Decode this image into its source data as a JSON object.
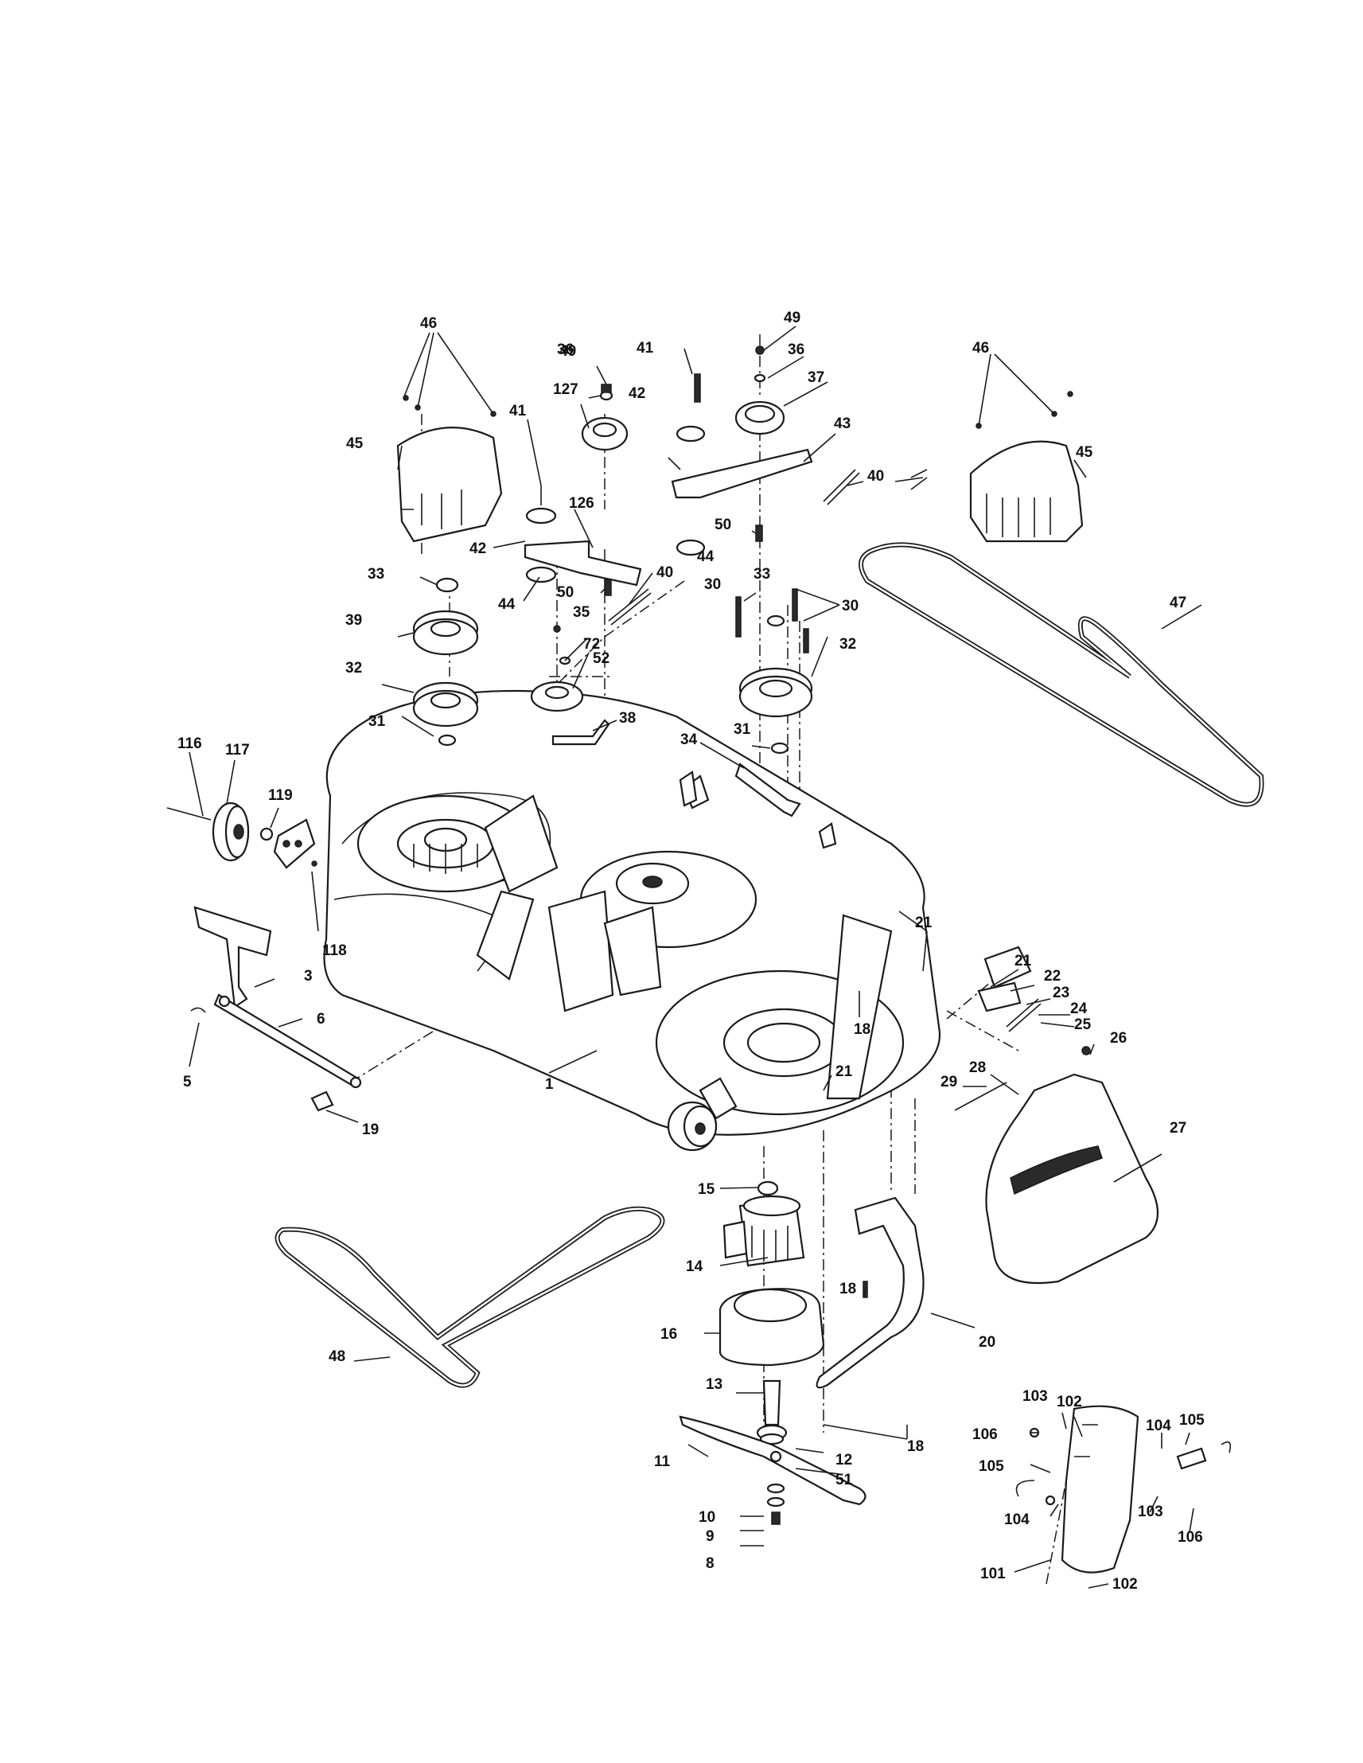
{
  "callouts": [
    {
      "text": "46"
    },
    {
      "text": "49"
    },
    {
      "text": "36"
    },
    {
      "text": "127"
    },
    {
      "text": "41"
    },
    {
      "text": "42"
    },
    {
      "text": "49"
    },
    {
      "text": "36"
    },
    {
      "text": "37"
    },
    {
      "text": "46"
    },
    {
      "text": "45"
    },
    {
      "text": "41"
    },
    {
      "text": "43"
    },
    {
      "text": "40"
    },
    {
      "text": "45"
    },
    {
      "text": "126"
    },
    {
      "text": "50"
    },
    {
      "text": "42"
    },
    {
      "text": "44"
    },
    {
      "text": "33"
    },
    {
      "text": "40"
    },
    {
      "text": "44"
    },
    {
      "text": "50"
    },
    {
      "text": "30"
    },
    {
      "text": "33"
    },
    {
      "text": "30"
    },
    {
      "text": "47"
    },
    {
      "text": "39"
    },
    {
      "text": "35"
    },
    {
      "text": "72"
    },
    {
      "text": "52"
    },
    {
      "text": "32"
    },
    {
      "text": "32"
    },
    {
      "text": "38"
    },
    {
      "text": "31"
    },
    {
      "text": "31"
    },
    {
      "text": "34"
    },
    {
      "text": "116"
    },
    {
      "text": "117"
    },
    {
      "text": "119"
    },
    {
      "text": "21"
    },
    {
      "text": "118"
    },
    {
      "text": "21"
    },
    {
      "text": "22"
    },
    {
      "text": "3"
    },
    {
      "text": "23"
    },
    {
      "text": "24"
    },
    {
      "text": "6"
    },
    {
      "text": "25"
    },
    {
      "text": "18"
    },
    {
      "text": "26"
    },
    {
      "text": "5"
    },
    {
      "text": "1"
    },
    {
      "text": "21"
    },
    {
      "text": "28"
    },
    {
      "text": "29"
    },
    {
      "text": "19"
    },
    {
      "text": "27"
    },
    {
      "text": "15"
    },
    {
      "text": "14"
    },
    {
      "text": "18"
    },
    {
      "text": "16"
    },
    {
      "text": "20"
    },
    {
      "text": "48"
    },
    {
      "text": "13"
    },
    {
      "text": "18"
    },
    {
      "text": "103"
    },
    {
      "text": "102"
    },
    {
      "text": "106"
    },
    {
      "text": "104"
    },
    {
      "text": "105"
    },
    {
      "text": "12"
    },
    {
      "text": "11"
    },
    {
      "text": "105"
    },
    {
      "text": "51"
    },
    {
      "text": "10"
    },
    {
      "text": "104"
    },
    {
      "text": "103"
    },
    {
      "text": "9"
    },
    {
      "text": "106"
    },
    {
      "text": "8"
    },
    {
      "text": "101"
    },
    {
      "text": "102"
    }
  ]
}
